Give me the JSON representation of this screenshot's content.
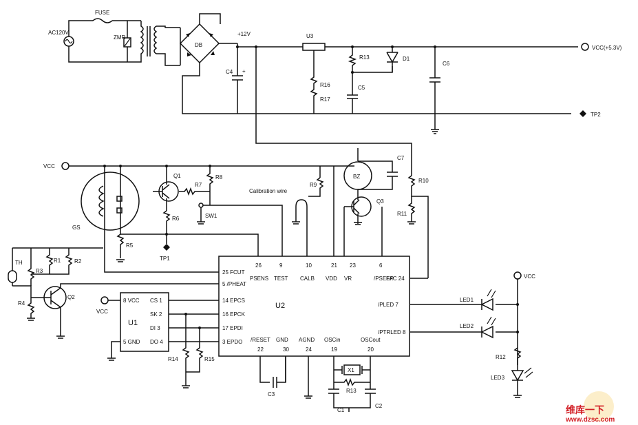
{
  "source": {
    "ac": "AC120V",
    "fuse": "FUSE",
    "zmr": "ZMR"
  },
  "power": {
    "bridge": "DB",
    "rail": "+12V",
    "reg": "U3",
    "r13": "R13",
    "r16": "R16",
    "r17": "R17",
    "c4": "C4",
    "c5": "C5",
    "c6": "C6",
    "d1": "D1",
    "vcc_out": "VCC(+5.3V)",
    "tp2": "TP2"
  },
  "sensor": {
    "vcc": "VCC",
    "gs": "GS",
    "q1": "Q1",
    "r5": "R5",
    "r6": "R6",
    "r7": "R7",
    "r8": "R8",
    "r9": "R9",
    "sw1": "SW1",
    "tp1": "TP1",
    "calib": "Calibration wire"
  },
  "buzzer": {
    "bz": "BZ",
    "c7": "C7",
    "q3": "Q3",
    "r10": "R10",
    "r11": "R11"
  },
  "thermistor": {
    "th": "TH",
    "r1": "R1",
    "r2": "R2",
    "r3": "R3",
    "r4": "R4",
    "q2": "Q2"
  },
  "u2": {
    "name": "U2",
    "top_pins": [
      {
        "num": "26",
        "name": "PSENS"
      },
      {
        "num": "9",
        "name": "TEST"
      },
      {
        "num": "10",
        "name": "CALB"
      },
      {
        "num": "21",
        "name": "VDD"
      },
      {
        "num": "23",
        "name": "VR"
      },
      {
        "num": "6",
        "name": "/PSEEP"
      }
    ],
    "fac": "FAC 24",
    "left_pins": [
      {
        "num": "25",
        "name": "FCUT"
      },
      {
        "num": "5",
        "name": "/PHEAT"
      },
      {
        "num": "14",
        "name": "EPCS"
      },
      {
        "num": "16",
        "name": "EPCK"
      },
      {
        "num": "17",
        "name": "EPDI"
      },
      {
        "num": "3",
        "name": "EPDO"
      }
    ],
    "bottom_pins": [
      {
        "num": "22",
        "name": "/RESET"
      },
      {
        "num": "30",
        "name": "GND"
      },
      {
        "num": "24",
        "name": "AGND"
      },
      {
        "num": "19",
        "name": "OSCin"
      },
      {
        "num": "20",
        "name": "OSCout"
      }
    ],
    "right_pins": [
      {
        "num": "7",
        "name": "/PLED"
      },
      {
        "num": "8",
        "name": "/PTRLED"
      }
    ]
  },
  "u1": {
    "name": "U1",
    "vcc": "VCC",
    "left_pins": [
      {
        "num": "8",
        "name": "VCC"
      },
      {
        "num": "5",
        "name": "GND"
      }
    ],
    "right_pins": [
      {
        "num": "1",
        "name": "CS"
      },
      {
        "num": "2",
        "name": "SK"
      },
      {
        "num": "3",
        "name": "DI"
      },
      {
        "num": "4",
        "name": "DO"
      }
    ],
    "r14": "R14",
    "r15": "R15"
  },
  "osc": {
    "c3": "C3",
    "x1": "X1",
    "r13b": "R13",
    "c1": "C1",
    "c2": "C2"
  },
  "leds": {
    "vcc": "VCC",
    "led1": "LED1",
    "led2": "LED2",
    "led3": "LED3",
    "r12": "R12"
  },
  "watermark": {
    "cn": "维库一下",
    "url": "www.dzsc.com"
  }
}
